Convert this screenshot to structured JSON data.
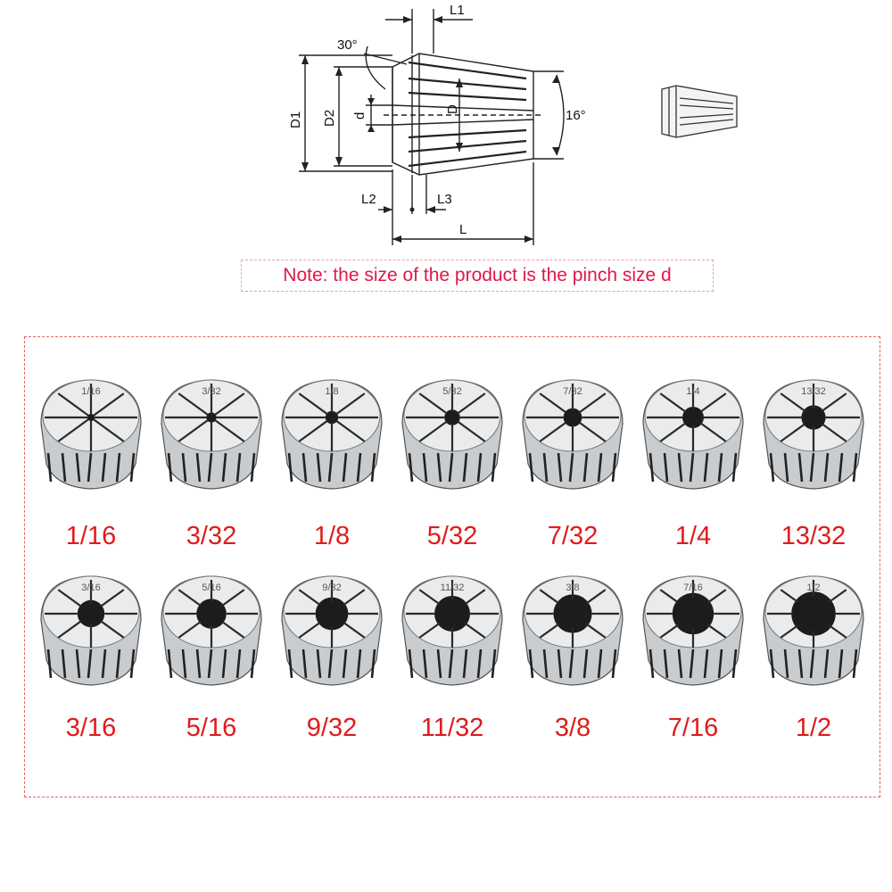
{
  "diagram": {
    "labels": {
      "angle_top": "30°",
      "angle_taper": "16°",
      "L1": "L1",
      "L2": "L2",
      "L3": "L3",
      "L": "L",
      "D1": "D1",
      "D2": "D2",
      "d": "d",
      "D": "D"
    }
  },
  "note": "Note: the size of the product is the pinch size d",
  "colors": {
    "note_text": "#e0174a",
    "note_border": "#e8a0a8",
    "size_label": "#e01b1b",
    "panel_border": "#e06464"
  },
  "collets": [
    {
      "size": "1/16"
    },
    {
      "size": "3/32"
    },
    {
      "size": "1/8"
    },
    {
      "size": "5/32"
    },
    {
      "size": "7/32"
    },
    {
      "size": "1/4"
    },
    {
      "size": "13/32"
    },
    {
      "size": "3/16"
    },
    {
      "size": "5/16"
    },
    {
      "size": "9/32"
    },
    {
      "size": "11/32"
    },
    {
      "size": "3/8"
    },
    {
      "size": "7/16"
    },
    {
      "size": "1/2"
    }
  ]
}
